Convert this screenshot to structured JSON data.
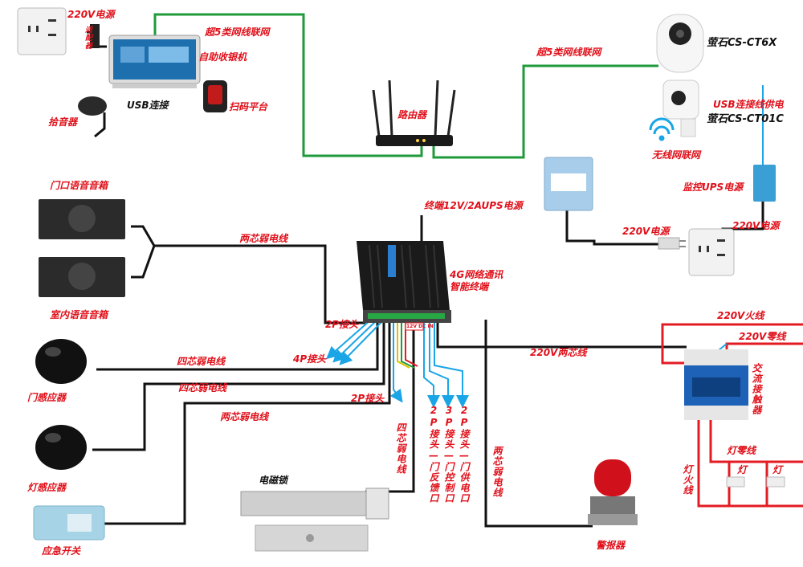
{
  "labels": {
    "power_220v_top": "220V电源",
    "adapter": "适\n配\n器",
    "kiosk": "自助收银机",
    "usb_link": "USB连接",
    "speaker_pickup": "拾音器",
    "scan_platform": "扫码平台",
    "cat5_left": "超5类网线联网",
    "router": "路由器",
    "cat5_right": "超5类网线联网",
    "camera1": "萤石CS-CT6X",
    "usb_power": "USB连接线供电",
    "camera2": "萤石CS-CT01C",
    "wifi": "无线网联网",
    "ups_monitor": "监控UPS电源",
    "power_220v_right": "220V电源",
    "door_speaker": "门口语音音箱",
    "indoor_speaker": "室内语音音箱",
    "two_core_top": "两芯弱电线",
    "terminal_power": "终端12V/2AUPS电源",
    "power_220v_mid": "220V电源",
    "terminal": "4G网络通讯\n智能终端",
    "p2_connector_a": "2P接头",
    "p4_connector": "4P接头",
    "four_core_1": "四芯弱电线",
    "door_sensor": "门感应器",
    "four_core_2": "四芯弱电线",
    "p2_connector_b": "2P接头",
    "two_core_mid": "两芯弱电线",
    "light_sensor": "灯感应器",
    "emergency_switch": "应急开关",
    "maglock": "电磁锁",
    "four_core_vert": "四芯弱电线",
    "p2_feedback": "2P接头|门反馈口",
    "p3_control": "3P接头|门控制口",
    "p2_supply": "2P接头|门供电口",
    "two_core_vert": "两芯弱电线",
    "alarm": "警报器",
    "ac_two_core": "220V两芯线",
    "live_220v": "220V火线",
    "neutral_220v": "220V零线",
    "contactor": "交流接触器",
    "lamp_neutral": "灯零线",
    "lamp_live": "灯火线",
    "lamp1": "灯",
    "lamp2": "灯",
    "terminal_badge": "12V DC IN"
  },
  "colors": {
    "network": "#1f9a3a",
    "power": "#e31b23",
    "signal": "#1aa5e6",
    "wire": "#111111",
    "label": "#e0101a"
  }
}
